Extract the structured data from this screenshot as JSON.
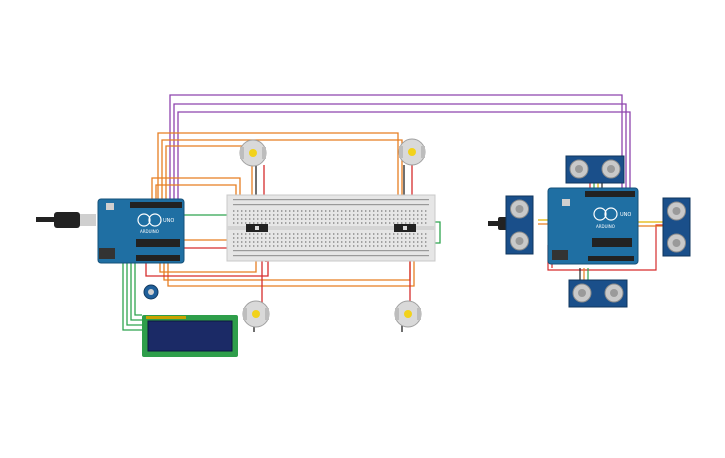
{
  "circuit": {
    "left_board": {
      "label": "UNO",
      "brand": "ARDUINO"
    },
    "right_board": {
      "label": "UNO",
      "brand": "ARDUINO"
    },
    "motor_label": "",
    "colors": {
      "purple": "#8e44ad",
      "orange": "#e67e22",
      "red": "#d62c2c",
      "green": "#2ea44f",
      "black": "#222222",
      "yellow": "#e0b400",
      "board": "#1f6fa3",
      "breadboard": "#e6e6e6",
      "lcd_pcb": "#2e9e4a",
      "lcd_screen": "#1b2a66",
      "sensor": "#1a4f8a",
      "motor": "#d9d9d9"
    }
  }
}
